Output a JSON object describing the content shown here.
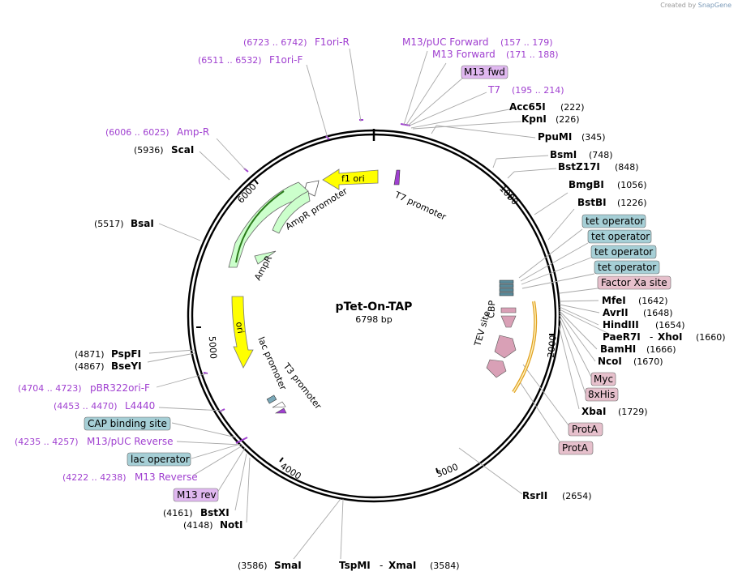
{
  "header": {
    "credit_prefix": "Created by",
    "credit_brand": "SnapGene"
  },
  "plasmid": {
    "name": "pTet-On-TAP",
    "length": "6798 bp"
  },
  "ticks": [
    "1000",
    "2000",
    "3000",
    "4000",
    "5000",
    "6000"
  ],
  "colors": {
    "primer": "#a040d0",
    "yellow_feature": "#ffff00",
    "green_feature": "#ccffcc",
    "pink_feature": "#d9a0b6",
    "blue_feature": "#a6cfd6",
    "purple_box": "#e0b8f0",
    "orange_outline": "#e0a020"
  },
  "enzymes": [
    {
      "name": "Acc65I",
      "pos": "(222)"
    },
    {
      "name": "KpnI",
      "pos": "(226)"
    },
    {
      "name": "PpuMI",
      "pos": "(345)"
    },
    {
      "name": "BsmI",
      "pos": "(748)"
    },
    {
      "name": "BstZ17I",
      "pos": "(848)"
    },
    {
      "name": "BmgBI",
      "pos": "(1056)"
    },
    {
      "name": "BstBI",
      "pos": "(1226)"
    },
    {
      "name": "MfeI",
      "pos": "(1642)"
    },
    {
      "name": "AvrII",
      "pos": "(1648)"
    },
    {
      "name": "HindIII",
      "pos": "(1654)"
    },
    {
      "name": "PaeR7I",
      "pos": ""
    },
    {
      "name": "XhoI",
      "pos": "(1660)"
    },
    {
      "name": "BamHI",
      "pos": "(1666)"
    },
    {
      "name": "NcoI",
      "pos": "(1670)"
    },
    {
      "name": "XbaI",
      "pos": "(1729)"
    },
    {
      "name": "RsrII",
      "pos": "(2654)"
    },
    {
      "name": "TspMI",
      "pos": ""
    },
    {
      "name": "XmaI",
      "pos": "(3584)"
    },
    {
      "name": "SmaI",
      "pos": "(3586)"
    },
    {
      "name": "NotI",
      "pos": "(4148)"
    },
    {
      "name": "BstXI",
      "pos": "(4161)"
    },
    {
      "name": "BseYI",
      "pos": "(4867)"
    },
    {
      "name": "PspFI",
      "pos": "(4871)"
    },
    {
      "name": "BsaI",
      "pos": "(5517)"
    },
    {
      "name": "ScaI",
      "pos": "(5936)"
    }
  ],
  "primers": [
    {
      "name": "F1ori-R",
      "range": "(6723 .. 6742)"
    },
    {
      "name": "F1ori-F",
      "range": "(6511 .. 6532)"
    },
    {
      "name": "M13/pUC Forward",
      "range": "(157 .. 179)"
    },
    {
      "name": "M13 Forward",
      "range": "(171 .. 188)"
    },
    {
      "name": "T7",
      "range": "(195 .. 214)"
    },
    {
      "name": "Amp-R",
      "range": "(6006 .. 6025)"
    },
    {
      "name": "pBR322ori-F",
      "range": "(4704 .. 4723)"
    },
    {
      "name": "L4440",
      "range": "(4453 .. 4470)"
    },
    {
      "name": "M13/pUC Reverse",
      "range": "(4235 .. 4257)"
    },
    {
      "name": "M13 Reverse",
      "range": "(4222 .. 4238)"
    }
  ],
  "boxed_features": {
    "m13_fwd": "M13 fwd",
    "tet_operator": "tet operator",
    "factor_xa": "Factor Xa site",
    "myc": "Myc",
    "his": "8xHis",
    "prota": "ProtA",
    "cap": "CAP binding site",
    "lac_operator": "lac operator",
    "m13_rev": "M13 rev"
  },
  "inner_features": {
    "f1_ori": "f1 ori",
    "ampr_promoter": "AmpR promoter",
    "ampr": "AmpR",
    "ori": "ori",
    "lac_promoter": "lac promoter",
    "t3_promoter": "T3 promoter",
    "t7_promoter": "T7 promoter",
    "tev_site": "TEV site",
    "cbp": "CBP"
  }
}
